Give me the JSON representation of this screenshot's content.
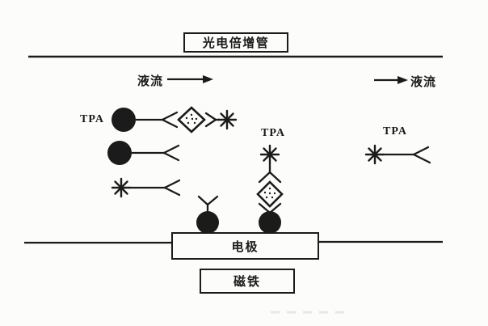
{
  "diagram": {
    "colors": {
      "ink": "#1b1b1b",
      "paper": "#fcfcfa"
    },
    "photomultiplier_box": {
      "label": "光电倍增管"
    },
    "flow_left": {
      "label": "液流"
    },
    "flow_right": {
      "label": "液流"
    },
    "left_full_complex": {
      "tpa_label": "TPA"
    },
    "bound_complex": {
      "tpa_label": "TPA"
    },
    "free_tag_complex": {
      "tpa_label": "TPA"
    },
    "electrode_box": {
      "label": "电极"
    },
    "magnet_box": {
      "label": "磁铁"
    },
    "icons": {
      "flow_arrow": "→",
      "magnetic_bead": "filled-circle",
      "antibody": "Y-fork",
      "antigen": "speckled-diamond",
      "ecl_tag": "asterisk"
    }
  }
}
